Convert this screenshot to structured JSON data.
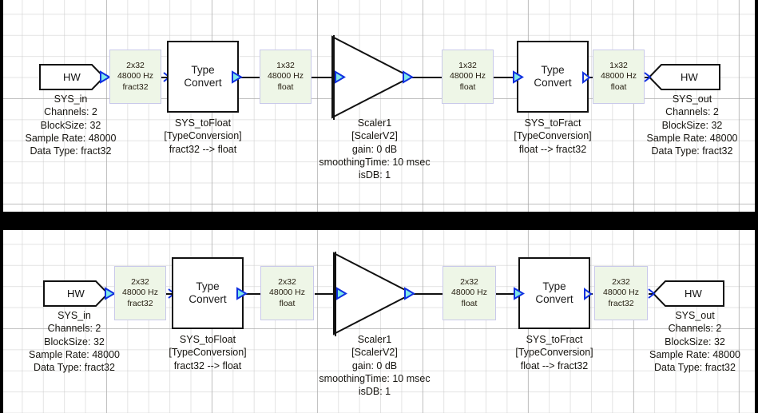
{
  "diagram": {
    "title": "Audio signal flow block diagram (two variants)",
    "colors": {
      "signal_box_fill": "#eef6e7",
      "signal_box_border": "#c9c9ea",
      "block_border": "#111111",
      "port_fill": "#7fe8e8",
      "port_stroke": "#1030e0",
      "wire": "#111111",
      "grid_minor": "#cdcdcd",
      "grid_major": "#969696",
      "canvas": "#ffffff",
      "letterbox": "#000000"
    },
    "panels": [
      {
        "id": "top",
        "blocks": {
          "sys_in": {
            "block_label": "HW",
            "name": "SYS_in",
            "props": [
              "Channels: 2",
              "BlockSize: 32",
              "Sample Rate: 48000",
              "Data Type: fract32"
            ]
          },
          "sys_tofloat": {
            "block_label_line1": "Type",
            "block_label_line2": "Convert",
            "name": "SYS_toFloat",
            "type": "[TypeConversion]",
            "detail": "fract32 --> float"
          },
          "scaler": {
            "name": "Scaler1",
            "type": "[ScalerV2]",
            "props": [
              "gain: 0 dB",
              "smoothingTime: 10 msec",
              "isDB: 1"
            ]
          },
          "sys_tofract": {
            "block_label_line1": "Type",
            "block_label_line2": "Convert",
            "name": "SYS_toFract",
            "type": "[TypeConversion]",
            "detail": "float --> fract32"
          },
          "sys_out": {
            "block_label": "HW",
            "name": "SYS_out",
            "props": [
              "Channels: 2",
              "BlockSize: 32",
              "Sample Rate: 48000",
              "Data Type: fract32"
            ]
          }
        },
        "signals": [
          {
            "id": "s1",
            "dims": "2x32",
            "rate": "48000 Hz",
            "type": "fract32"
          },
          {
            "id": "s2",
            "dims": "1x32",
            "rate": "48000 Hz",
            "type": "float"
          },
          {
            "id": "s3",
            "dims": "1x32",
            "rate": "48000 Hz",
            "type": "float"
          },
          {
            "id": "s4",
            "dims": "1x32",
            "rate": "48000 Hz",
            "type": "float"
          }
        ]
      },
      {
        "id": "bottom",
        "blocks": {
          "sys_in": {
            "block_label": "HW",
            "name": "SYS_in",
            "props": [
              "Channels: 2",
              "BlockSize: 32",
              "Sample Rate: 48000",
              "Data Type: fract32"
            ]
          },
          "sys_tofloat": {
            "block_label_line1": "Type",
            "block_label_line2": "Convert",
            "name": "SYS_toFloat",
            "type": "[TypeConversion]",
            "detail": "fract32 --> float"
          },
          "scaler": {
            "name": "Scaler1",
            "type": "[ScalerV2]",
            "props": [
              "gain: 0 dB",
              "smoothingTime: 10 msec",
              "isDB: 1"
            ]
          },
          "sys_tofract": {
            "block_label_line1": "Type",
            "block_label_line2": "Convert",
            "name": "SYS_toFract",
            "type": "[TypeConversion]",
            "detail": "float --> fract32"
          },
          "sys_out": {
            "block_label": "HW",
            "name": "SYS_out",
            "props": [
              "Channels: 2",
              "BlockSize: 32",
              "Sample Rate: 48000",
              "Data Type: fract32"
            ]
          }
        },
        "signals": [
          {
            "id": "s1",
            "dims": "2x32",
            "rate": "48000 Hz",
            "type": "fract32"
          },
          {
            "id": "s2",
            "dims": "2x32",
            "rate": "48000 Hz",
            "type": "float"
          },
          {
            "id": "s3",
            "dims": "2x32",
            "rate": "48000 Hz",
            "type": "float"
          },
          {
            "id": "s4",
            "dims": "2x32",
            "rate": "48000 Hz",
            "type": "fract32"
          }
        ]
      }
    ]
  }
}
